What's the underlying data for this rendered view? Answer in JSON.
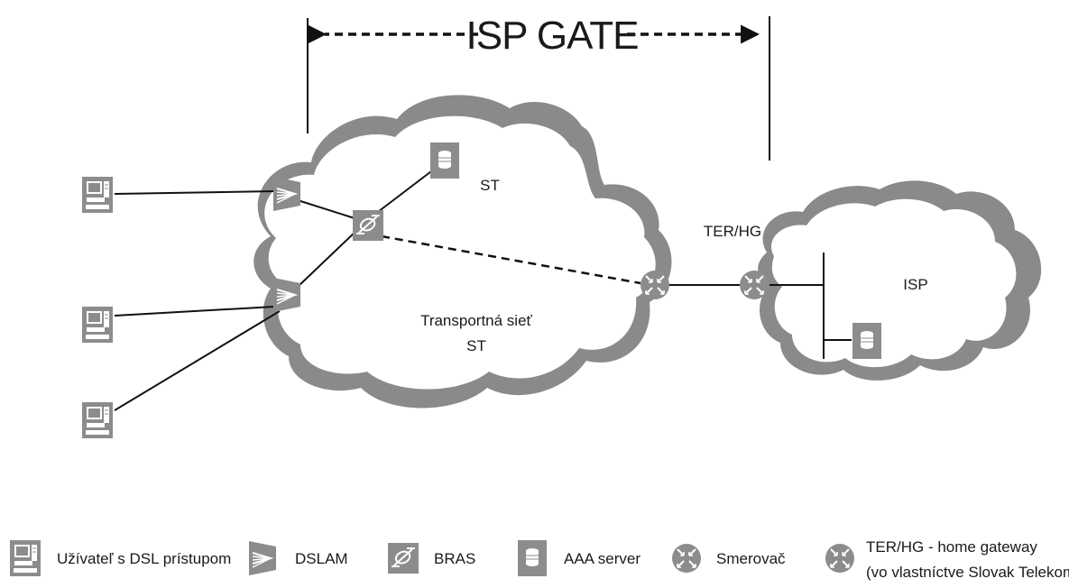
{
  "title": "ISP GATE",
  "labels": {
    "st": "ST",
    "transport_line1": "Transportná sieť",
    "transport_line2": "ST",
    "ter_hg": "TER/HG",
    "isp": "ISP"
  },
  "legend": {
    "user": "Užívateľ s DSL prístupom",
    "dslam": "DSLAM",
    "bras": "BRAS",
    "aaa": "AAA server",
    "router": "Smerovač",
    "ter_line1": "TER/HG - home gateway",
    "ter_line2": "(vo vlastníctve Slovak Telekomu)"
  },
  "icons": {
    "user": "computer-icon",
    "dslam": "dslam-icon",
    "bras": "bras-icon",
    "aaa": "aaa-server-icon",
    "router": "router-icon",
    "ter": "home-gateway-icon"
  },
  "colors": {
    "cloud_shadow": "#8a8a8a",
    "icon_fill": "#8c8c8c",
    "line": "#111111"
  }
}
